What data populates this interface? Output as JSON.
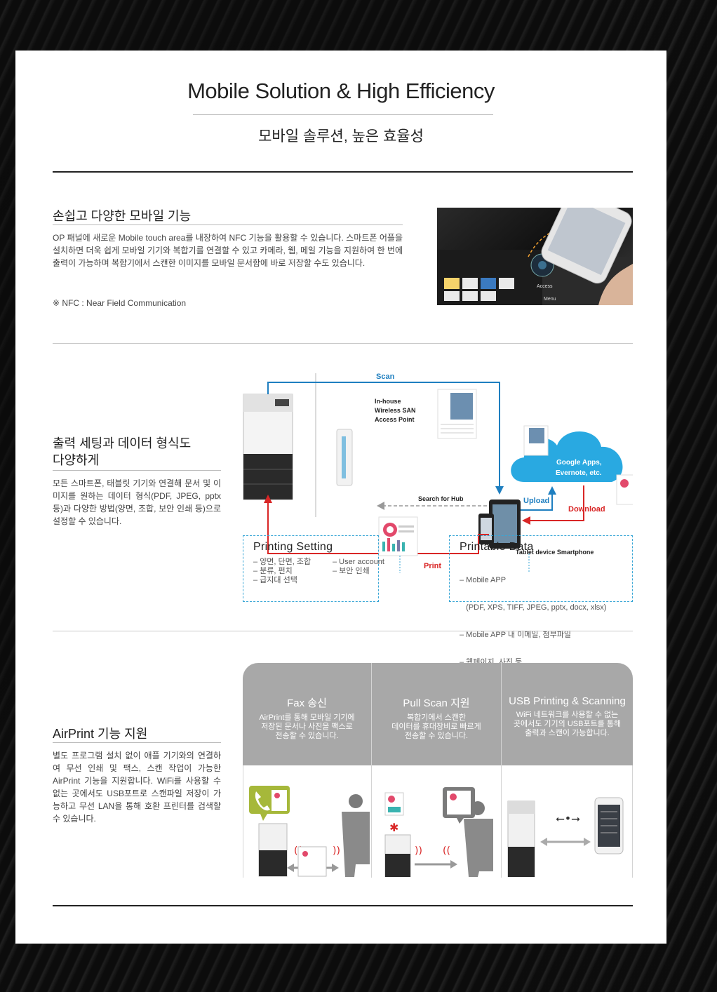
{
  "header": {
    "title_en": "Mobile Solution & High Efficiency",
    "title_ko": "모바일 솔루션, 높은 효율성"
  },
  "section1": {
    "heading": "손쉽고 다양한 모바일 기능",
    "body": "OP 패널에 새로운 Mobile touch area를 내장하여 NFC 기능을 활용할 수 있습니다. 스마트폰 어플을 설치하면 더욱 쉽게 모바일 기기와 복합기를 연결할 수 있고 카메라, 웹, 메일 기능을 지원하여 한 번에 출력이 가능하며 복합기에서 스캔한 이미지를 모바일 문서함에 바로 저장할 수도 있습니다.",
    "note": "※ NFC : Near Field Communication",
    "photo_labels": {
      "access": "Access",
      "menu": "Menu"
    }
  },
  "section2": {
    "heading_line1": "출력 세팅과 데이터 형식도",
    "heading_line2": "다양하게",
    "body": "모든 스마트폰, 태블릿 기기와 연결해 문서 및 이미지를 원하는 데이터 형식(PDF, JPEG, pptx 등)과 다양한 방법(양면, 조합, 보안 인쇄 등)으로 설정할 수 있습니다.",
    "diagram": {
      "scan": "Scan",
      "access_point_1": "In-house",
      "access_point_2": "Wireless SAN",
      "access_point_3": "Access Point",
      "search_for_hub": "Search for Hub",
      "cloud_1": "Google Apps,",
      "cloud_2": "Evernote, etc.",
      "upload": "Upload",
      "download": "Download",
      "devices": "Tablet device Smartphone",
      "print": "Print"
    },
    "printing_setting": {
      "title": "Printing Setting",
      "col1": [
        "– 양면, 단면, 조합",
        "– 분류, 펀치",
        "– 급지대 선택"
      ],
      "col2": [
        "– User account",
        "– 보안 인쇄"
      ]
    },
    "printable_data": {
      "title": "Printable Data",
      "items": [
        "– Mobile APP",
        "   (PDF, XPS, TIFF, JPEG, pptx, docx, xlsx)",
        "– Mobile APP 내 이메일, 첨부파일",
        "– 웹페이지, 사진 등"
      ]
    }
  },
  "section3": {
    "heading": "AirPrint 기능 지원",
    "body": "별도 프로그램 설치 없이 애플 기기와의 연결하여 무선 인쇄 및 팩스, 스캔 작업이 가능한 AirPrint 기능을 지원합니다. WiFi를 사용할 수 없는 곳에서도 USB포트로 스캔파일 저장이 가능하고 무선 LAN을 통해 호환 프린터를 검색할 수 있습니다.",
    "panels": [
      {
        "title": "Fax 송신",
        "desc": [
          "AirPrint를 통해 모바일 기기에",
          "저장된 문서나 사진을 팩스로",
          "전송할 수 있습니다."
        ]
      },
      {
        "title": "Pull Scan 지원",
        "desc": [
          "복합기에서 스캔한",
          "데이터를 휴대장비로 빠르게",
          "전송할 수 있습니다."
        ]
      },
      {
        "title": "USB Printing & Scanning",
        "desc": [
          "WiFi 네트워크를 사용할 수 없는",
          "곳에서도 기기의 USB포트를 통해",
          "출력과 스캔이 가능합니다."
        ]
      }
    ]
  },
  "colors": {
    "accent_blue": "#1f7fc0",
    "accent_red": "#d92626",
    "cloud_blue": "#29a9e1",
    "panel_gray": "#a8a8a8",
    "dashed_border": "#38a6d6"
  }
}
